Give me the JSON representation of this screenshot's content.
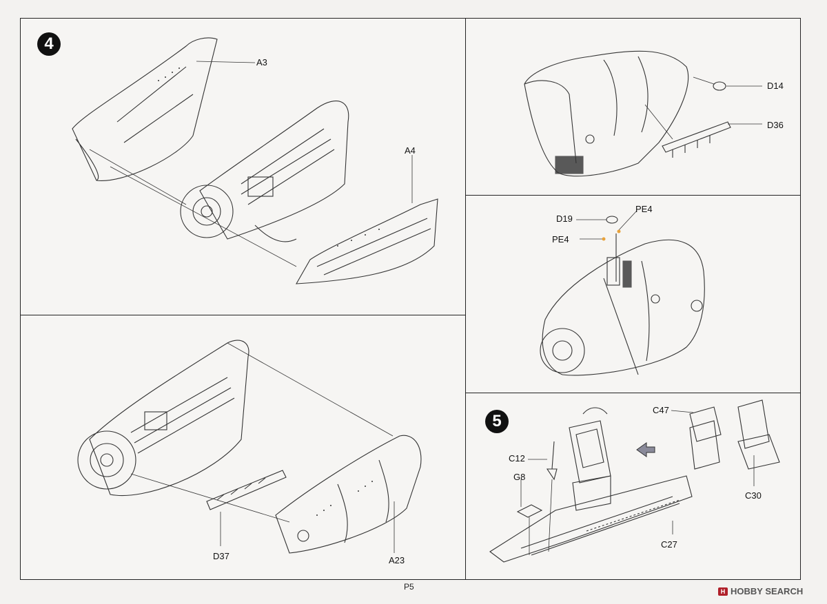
{
  "page": {
    "number": "P5"
  },
  "watermark": {
    "logo": "H",
    "text": "HOBBY SEARCH",
    "color": "#b0202a"
  },
  "steps": [
    {
      "number": "4"
    },
    {
      "number": "5"
    }
  ],
  "parts": {
    "A3": "A3",
    "A4": "A4",
    "D37": "D37",
    "A23": "A23",
    "D14": "D14",
    "D36": "D36",
    "D19": "D19",
    "PE4_a": "PE4",
    "PE4_b": "PE4",
    "C47": "C47",
    "C12": "C12",
    "G8": "G8",
    "C30": "C30",
    "C27": "C27"
  },
  "colors": {
    "line": "#333333",
    "panel_border": "#222222",
    "photo_etch": "#e8a23a",
    "arrow": "#8a8a9a"
  }
}
